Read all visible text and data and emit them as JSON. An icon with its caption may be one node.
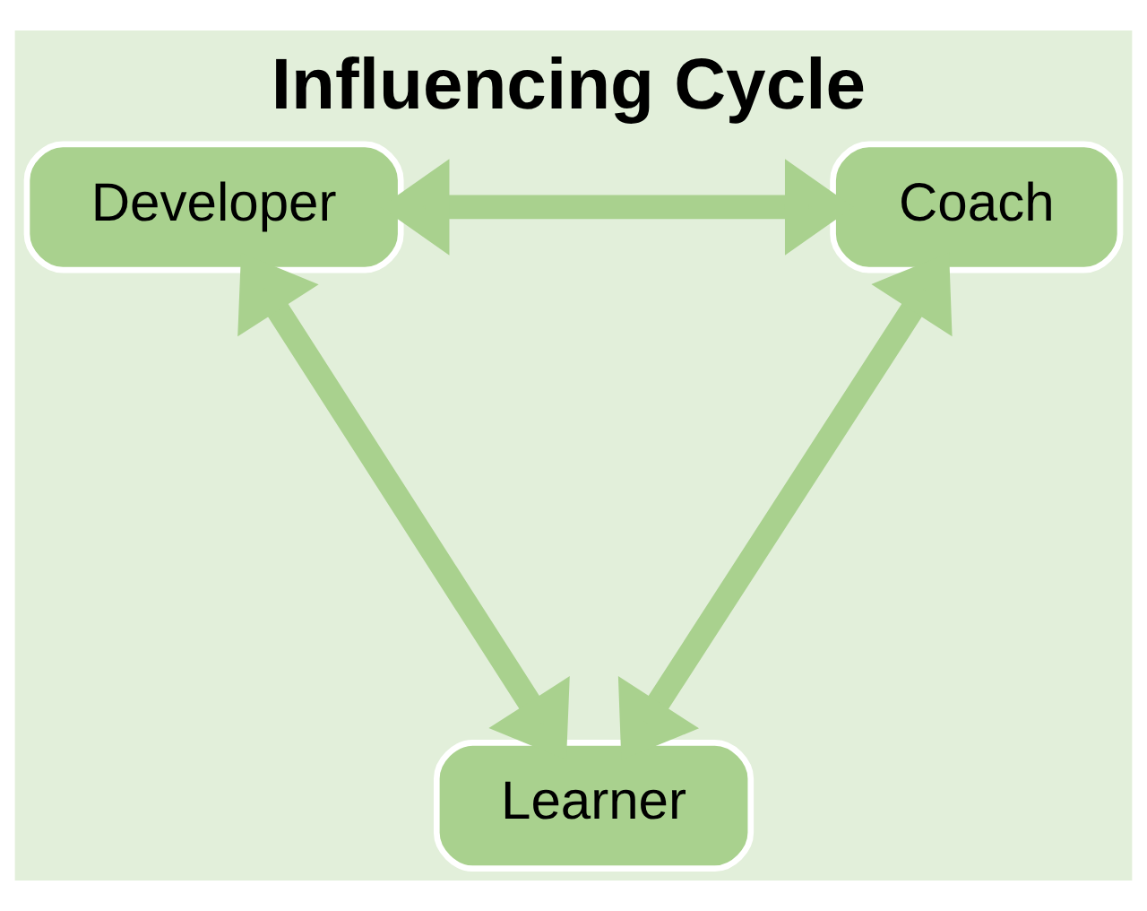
{
  "diagram": {
    "title": "Influencing Cycle",
    "nodes": [
      {
        "text": [
          "Developer"
        ]
      },
      {
        "text": [
          "Coach"
        ]
      },
      {
        "text": [
          "Learner"
        ]
      }
    ],
    "edges": [
      {
        "from": 0,
        "to": 1,
        "arrow": "both"
      },
      {
        "from": 0,
        "to": 2,
        "arrow": "both"
      },
      {
        "from": 1,
        "to": 2,
        "arrow": "both"
      }
    ]
  }
}
